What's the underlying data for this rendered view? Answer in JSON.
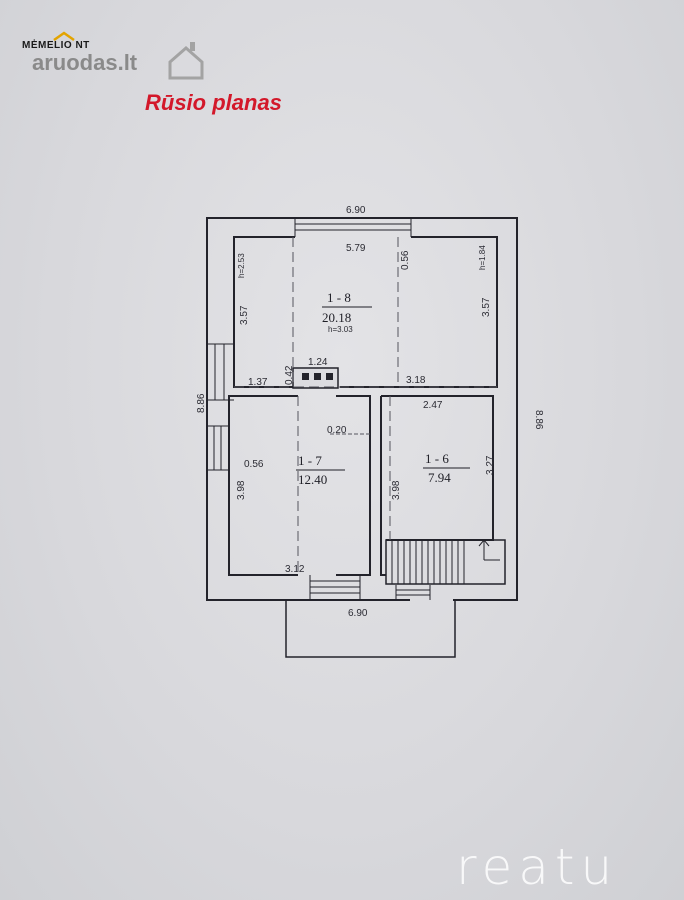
{
  "logo": {
    "top_text": "MĖMELIO NT",
    "main_text": "aruodas.lt"
  },
  "title": "Rūsio planas",
  "watermark": "reatu",
  "rooms": [
    {
      "number": "1 - 8",
      "area": "20.18",
      "height": "h=3.03"
    },
    {
      "number": "1 - 7",
      "area": "12.40"
    },
    {
      "number": "1 - 6",
      "area": "7.94"
    }
  ],
  "dimensions": {
    "top_overall": "6.90",
    "bottom_overall": "6.90",
    "left_overall": "8.86",
    "right_overall": "8.86",
    "room8_width": "5.79",
    "room8_left_height": "3.57",
    "room8_right_height": "3.57",
    "room8_h_left": "h=2.53",
    "room8_h_right": "h=1.84",
    "room8_partition": "0.56",
    "chimney_width": "1.24",
    "left_segment": "1.37",
    "chimney_offset": "0.42",
    "mid_segment": "3.18",
    "room6_width": "2.47",
    "room6_height": "3.27",
    "room7_height": "3.98",
    "room7_partition": "0.56",
    "room7_stair_height": "3.98",
    "room7_wall": "0.20",
    "room7_width": "3.12"
  }
}
